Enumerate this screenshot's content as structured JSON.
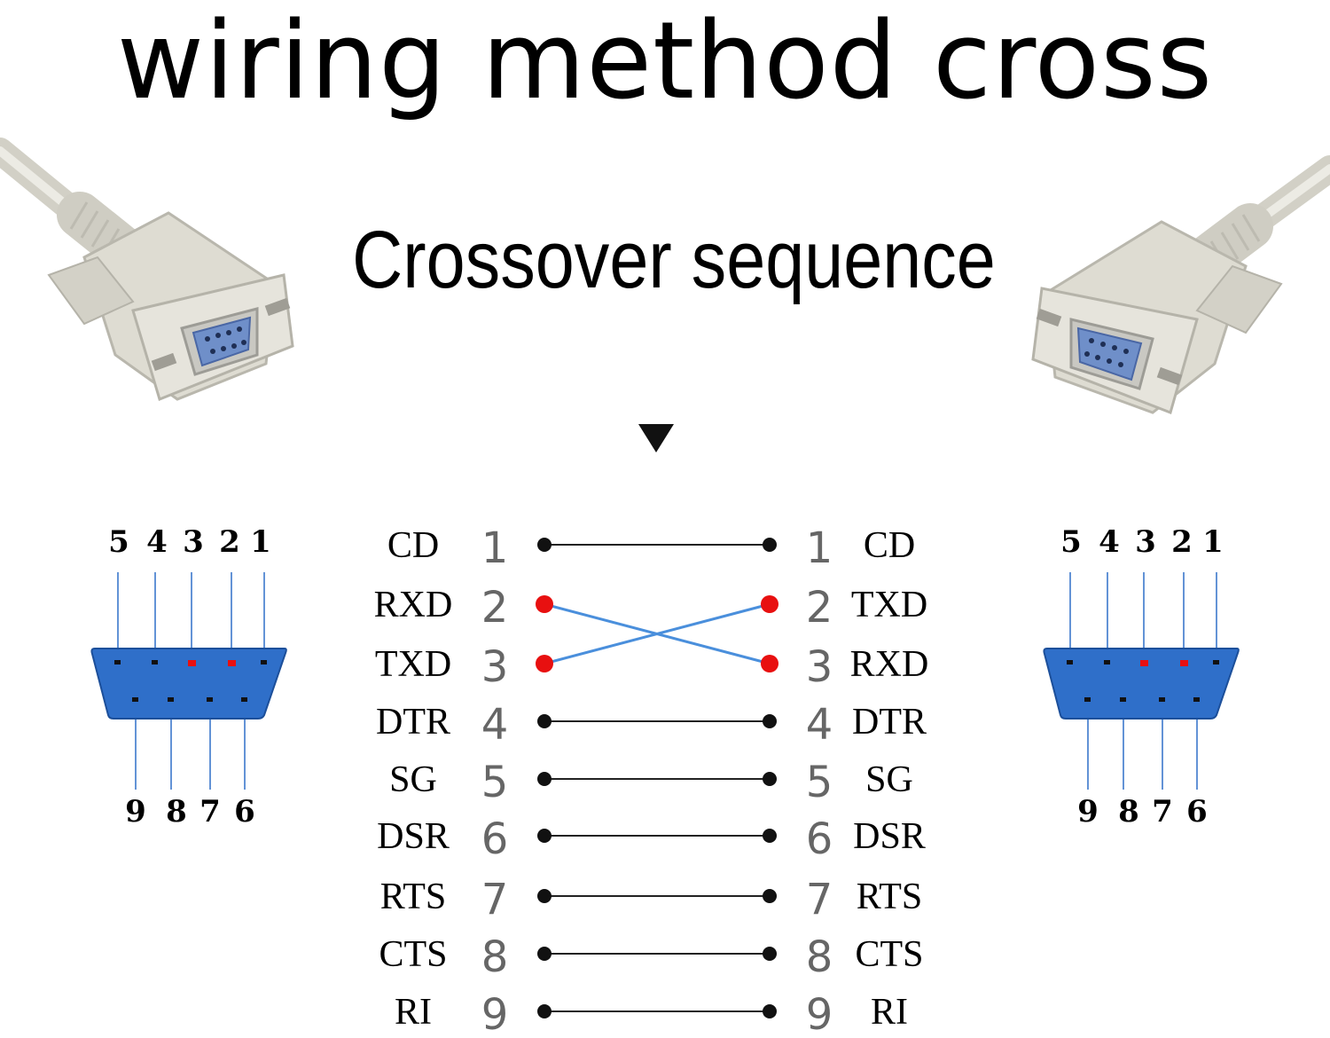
{
  "title": "wiring method cross",
  "subtitle": "Crossover sequence",
  "arrow_icon": "down-triangle-icon",
  "colors": {
    "connector_blue": "#2f6fc9",
    "crossed_pin": "#e81010",
    "cross_line": "#4a8fdc",
    "cable_beige": "#dedcd2"
  },
  "left_connector": {
    "top_pins": [
      "5",
      "4",
      "3",
      "2",
      "1"
    ],
    "bottom_pins": [
      "9",
      "8",
      "7",
      "6"
    ]
  },
  "right_connector": {
    "top_pins": [
      "5",
      "4",
      "3",
      "2",
      "1"
    ],
    "bottom_pins": [
      "9",
      "8",
      "7",
      "6"
    ]
  },
  "wiring": [
    {
      "pin": "1",
      "left": "CD",
      "right": "CD",
      "crossed": false
    },
    {
      "pin": "2",
      "left": "RXD",
      "right": "TXD",
      "crossed": true
    },
    {
      "pin": "3",
      "left": "TXD",
      "right": "RXD",
      "crossed": true
    },
    {
      "pin": "4",
      "left": "DTR",
      "right": "DTR",
      "crossed": false
    },
    {
      "pin": "5",
      "left": "SG",
      "right": "SG",
      "crossed": false
    },
    {
      "pin": "6",
      "left": "DSR",
      "right": "DSR",
      "crossed": false
    },
    {
      "pin": "7",
      "left": "RTS",
      "right": "RTS",
      "crossed": false
    },
    {
      "pin": "8",
      "left": "CTS",
      "right": "CTS",
      "crossed": false
    },
    {
      "pin": "9",
      "left": "RI",
      "right": "RI",
      "crossed": false
    }
  ]
}
